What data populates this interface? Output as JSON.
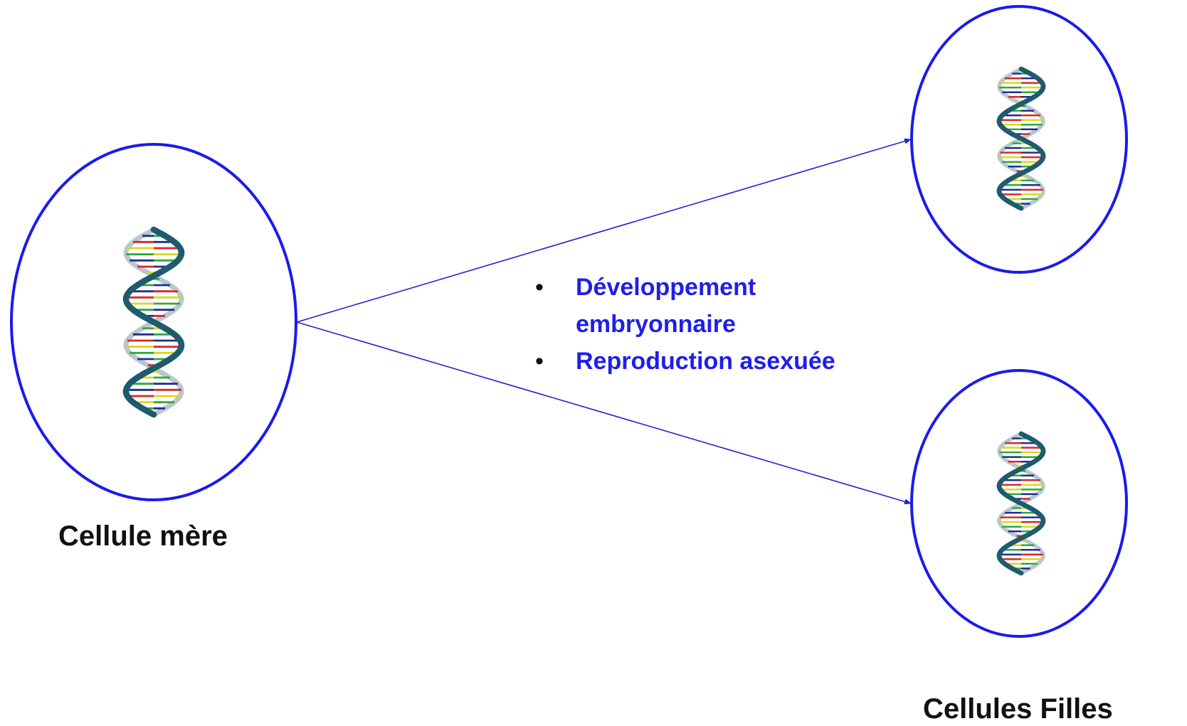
{
  "diagram": {
    "mother_cell_label": "Cellule mère",
    "daughter_cells_label": "Cellules Filles",
    "contexts": [
      "Développement embryonnaire",
      "Reproduction asexuée"
    ],
    "colors": {
      "cell_outline": "#1a1aee",
      "arrow": "#2222cc",
      "context_text": "#1f1fe8",
      "label_text": "#111111",
      "dna_backbone": "#1f5a6e",
      "dna_backbone_back": "#b9c7d0",
      "dna_base_pairs": [
        "#d8d81a",
        "#2fa83a",
        "#1d2f8c",
        "#d62828"
      ]
    },
    "icons": {
      "cell_contents": "dna-icon",
      "bullet": "bullet-icon"
    }
  }
}
